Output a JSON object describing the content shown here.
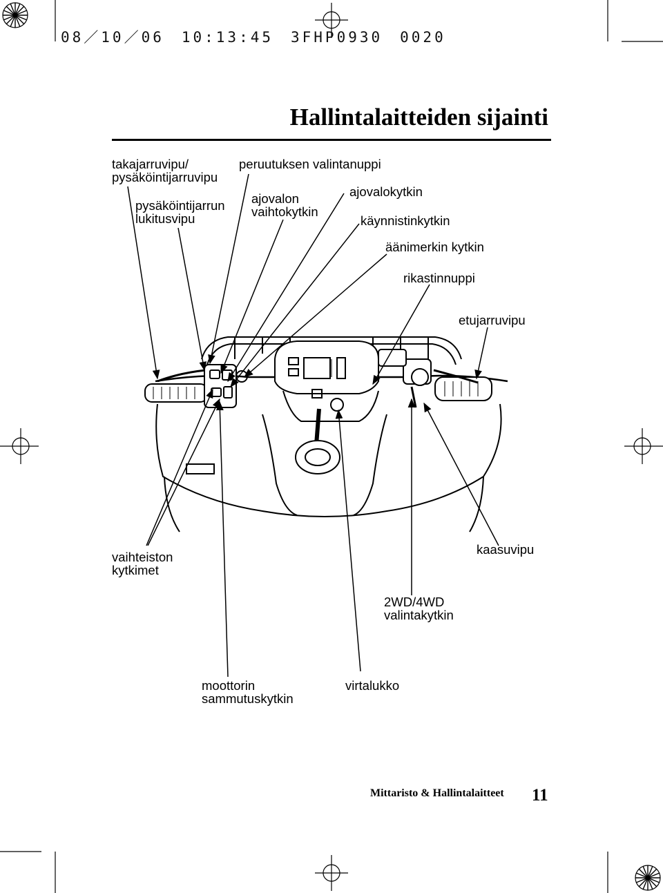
{
  "print_header": "08／10／06　10:13:45　3FHP0930　0020",
  "title": "Hallintalaitteiden sijainti",
  "labels": {
    "takajarruvipu_1": "takajarruvipu/",
    "takajarruvipu_2": "pysäköintijarruvipu",
    "lukitusvipu_1": "pysäköintijarrun",
    "lukitusvipu_2": "lukitusvipu",
    "peruutus": "peruutuksen valintanuppi",
    "ajovalon_1": "ajovalon",
    "ajovalon_2": "vaihtokytkin",
    "ajovalokytkin": "ajovalokytkin",
    "kaynnistin": "käynnistinkytkin",
    "aanimerkki": "äänimerkin kytkin",
    "rikastin": "rikastinnuppi",
    "etujarru": "etujarruvipu",
    "vaihteiston_1": "vaihteiston",
    "vaihteiston_2": "kytkimet",
    "kaasu": "kaasuvipu",
    "wd_1": "2WD/4WD",
    "wd_2": "valintakytkin",
    "moottori_1": "moottorin",
    "moottori_2": "sammutuskytkin",
    "virtalukko": "virtalukko"
  },
  "footer": {
    "section": "Mittaristo & Hallintalaitteet",
    "page": "11"
  }
}
